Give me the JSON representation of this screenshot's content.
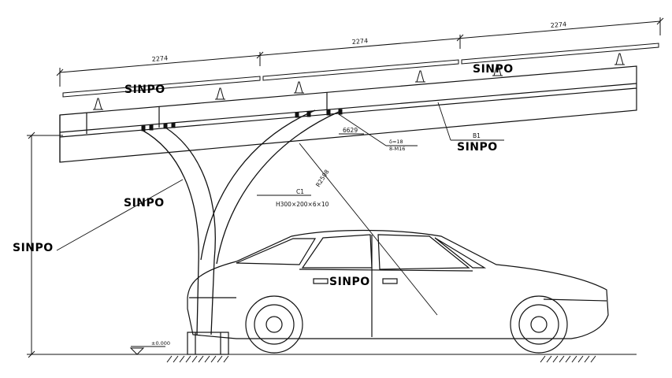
{
  "dimensions": {
    "panel_span_1": "2274",
    "panel_span_2": "2274",
    "panel_span_3": "2274",
    "beam_length": "6629",
    "arc_radius": "R2508",
    "ground_level": "±0.000"
  },
  "members": {
    "column_code": "C1",
    "column_section": "H300×200×6×10",
    "beam_code": "B1",
    "plate_note": "δ=18",
    "bolt_note": "8-M16"
  },
  "watermarks": {
    "w1": "SINPO",
    "w2": "SINPO",
    "w3": "SINPO",
    "w4": "SINPO",
    "w5": "SINPO",
    "w6": "SINPO"
  },
  "colors": {
    "line": "#111111",
    "background": "#ffffff"
  }
}
